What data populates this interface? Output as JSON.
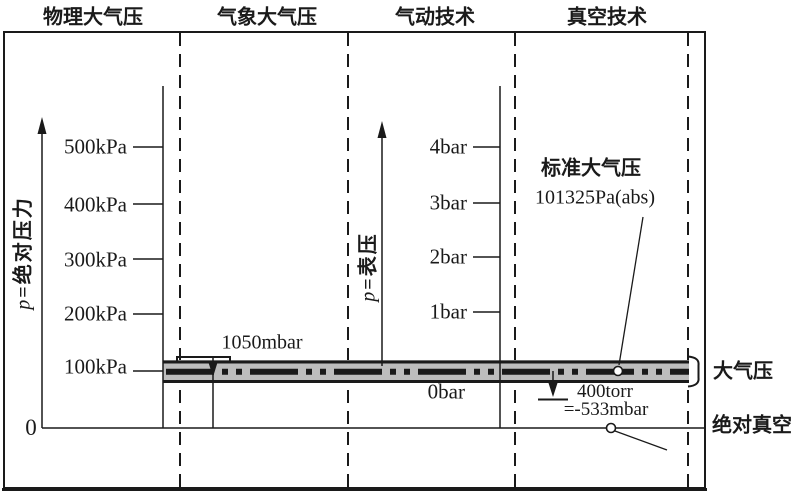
{
  "diagram": {
    "title_columns": [
      {
        "label": "物理大气压"
      },
      {
        "label": "气象大气压"
      },
      {
        "label": "气动技术"
      },
      {
        "label": "真空技术"
      }
    ],
    "absolute_axis": {
      "symbol": "p",
      "label_suffix": "=绝对压力",
      "ticks": [
        "500kPa",
        "400kPa",
        "300kPa",
        "200kPa",
        "100kPa"
      ],
      "origin_label": "0"
    },
    "gauge_axis": {
      "symbol": "p",
      "label_suffix": "=表压",
      "ticks": [
        "4bar",
        "3bar",
        "2bar",
        "1bar"
      ],
      "zero_label": "0bar"
    },
    "annotations": {
      "meteorological_pressure": "1050mbar",
      "standard_atm_title": "标准大气压",
      "standard_atm_value": "101325Pa(abs)",
      "vacuum_example_torr": "400torr",
      "vacuum_example_mbar": "=-533mbar",
      "atmospheric_band": "大气压",
      "absolute_vacuum": "绝对真空"
    },
    "colors": {
      "line": "#1a1a1a",
      "band_fill": "#bdbdbd",
      "background": "#ffffff"
    }
  }
}
